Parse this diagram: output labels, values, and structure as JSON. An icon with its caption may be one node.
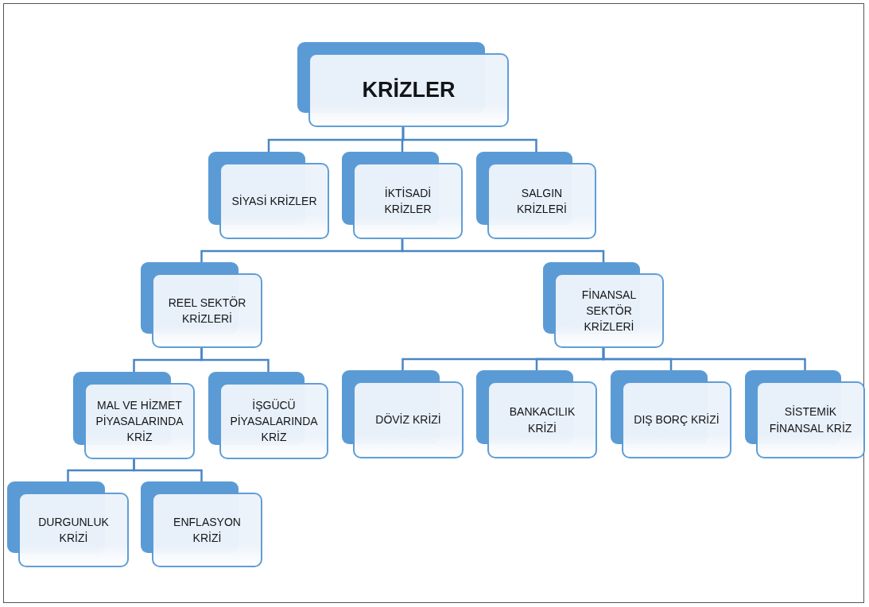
{
  "diagram": {
    "nodes": [
      {
        "text": [
          "KRİZLER"
        ]
      },
      {
        "text": [
          "SİYASİ KRİZLER"
        ]
      },
      {
        "text": [
          "İKTİSADİ KRİZLER"
        ]
      },
      {
        "text": [
          "SALGIN KRİZLERİ"
        ]
      },
      {
        "text": [
          "REEL SEKTÖR KRİZLERİ"
        ]
      },
      {
        "text": [
          "FİNANSAL SEKTÖR KRİZLERİ"
        ]
      },
      {
        "text": [
          "MAL VE HİZMET PİYASALARINDA KRİZ"
        ]
      },
      {
        "text": [
          "İŞGÜCÜ PİYASALARINDA KRİZ"
        ]
      },
      {
        "text": [
          "DÖVİZ KRİZİ"
        ]
      },
      {
        "text": [
          "BANKACILIK KRİZİ"
        ]
      },
      {
        "text": [
          "DIŞ BORÇ KRİZİ"
        ]
      },
      {
        "text": [
          "SİSTEMİK FİNANSAL KRİZ"
        ]
      },
      {
        "text": [
          "DURGUNLUK KRİZİ"
        ]
      },
      {
        "text": [
          "ENFLASYON KRİZİ"
        ]
      }
    ],
    "edges": [
      {
        "from": 0,
        "to": 1,
        "arrow": "none"
      },
      {
        "from": 0,
        "to": 2,
        "arrow": "none"
      },
      {
        "from": 0,
        "to": 3,
        "arrow": "none"
      },
      {
        "from": 2,
        "to": 4,
        "arrow": "none"
      },
      {
        "from": 2,
        "to": 5,
        "arrow": "none"
      },
      {
        "from": 4,
        "to": 6,
        "arrow": "none"
      },
      {
        "from": 4,
        "to": 7,
        "arrow": "none"
      },
      {
        "from": 5,
        "to": 8,
        "arrow": "none"
      },
      {
        "from": 5,
        "to": 9,
        "arrow": "none"
      },
      {
        "from": 5,
        "to": 10,
        "arrow": "none"
      },
      {
        "from": 5,
        "to": 11,
        "arrow": "none"
      },
      {
        "from": 6,
        "to": 12,
        "arrow": "none"
      },
      {
        "from": 6,
        "to": 13,
        "arrow": "none"
      }
    ]
  }
}
